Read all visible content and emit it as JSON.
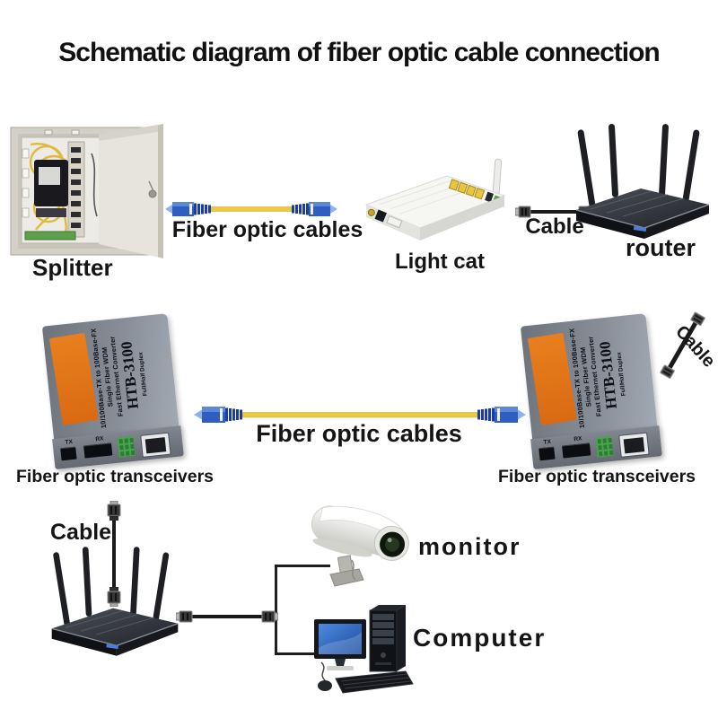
{
  "title": "Schematic diagram of fiber optic cable connection",
  "top_row": {
    "splitter": {
      "label": "Splitter"
    },
    "fiber_cable": {
      "label": "Fiber optic cables"
    },
    "light_cat": {
      "label": "Light cat"
    },
    "cable": {
      "label": "Cable"
    },
    "router": {
      "label": "router"
    }
  },
  "middle_row": {
    "fiber_cable": {
      "label": "Fiber optic cables"
    },
    "transceivers": {
      "left_label": "Fiber optic transceivers",
      "right_label": "Fiber optic transceivers",
      "device": {
        "line1": "10/100Base-TX to 100Base-FX",
        "line2": "Single Fiber WDM",
        "line3": "Fast Ethernet Converter",
        "model": "HTB-3100",
        "duplex": "Full/Half Duplex",
        "port_tx": "TX",
        "port_rx": "RX"
      }
    },
    "cable": {
      "label": "Cable"
    }
  },
  "bottom_row": {
    "cable": {
      "label": "Cable"
    },
    "monitor": {
      "label": "monitor"
    },
    "computer": {
      "label": "Computer"
    }
  },
  "colors": {
    "fiber_yellow": "#eec83d",
    "connector_blue": "#2e5fc0",
    "boot_navy": "#1d3da0",
    "sticker_orange": "#e0701c",
    "device_gray": "#878d96",
    "cable_black": "#1b1b1b",
    "screen_blue": "#2f6fc5"
  }
}
